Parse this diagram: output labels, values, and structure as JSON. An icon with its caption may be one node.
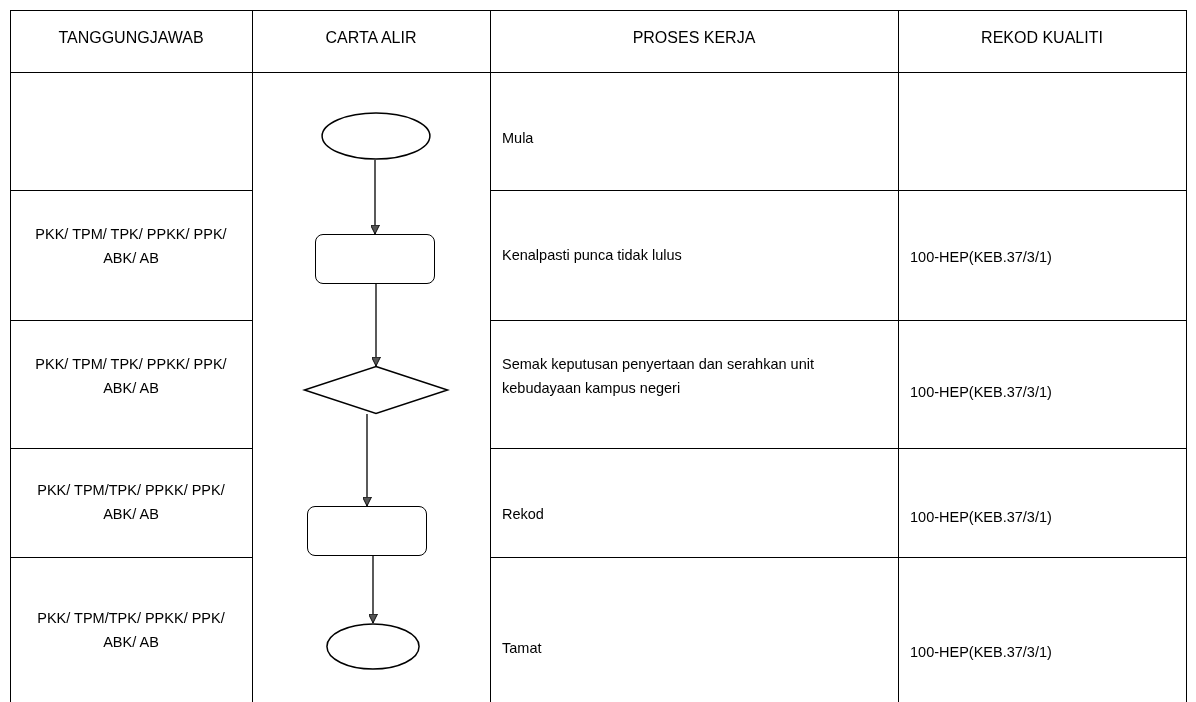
{
  "diagram": {
    "nodes": [
      {
        "text": [],
        "shape": "ellipse"
      },
      {
        "text": [],
        "shape": "box"
      },
      {
        "text": [],
        "shape": "diamond"
      },
      {
        "text": [],
        "shape": "box"
      },
      {
        "text": [],
        "shape": "ellipse"
      }
    ],
    "edges": [
      {
        "from": 0,
        "to": 1,
        "arrow": "to"
      },
      {
        "from": 1,
        "to": 2,
        "arrow": "to"
      },
      {
        "from": 2,
        "to": 3,
        "arrow": "to"
      },
      {
        "from": 3,
        "to": 4,
        "arrow": "to"
      }
    ],
    "labels": [
      "TANGGUNGJAWAB",
      "CARTA ALIR",
      "PROSES KERJA",
      "REKOD KUALITI",
      "Mula",
      "PKK/ TPM/ TPK/ PPKK/ PPK/ ABK/ AB",
      "Kenalpasti punca tidak lulus",
      "100-HEP(KEB.37/3/1)",
      "PKK/ TPM/ TPK/ PPKK/ PPK/ ABK/ AB",
      "Semak keputusan penyertaan dan serahkan unit kebudayaan kampus negeri",
      "100-HEP(KEB.37/3/1)",
      "PKK/ TPM/TPK/ PPKK/ PPK/ ABK/ AB",
      "Rekod",
      "100-HEP(KEB.37/3/1)",
      "PKK/ TPM/TPK/ PPKK/ PPK/ ABK/ AB",
      "Tamat",
      "100-HEP(KEB.37/3/1)"
    ]
  }
}
